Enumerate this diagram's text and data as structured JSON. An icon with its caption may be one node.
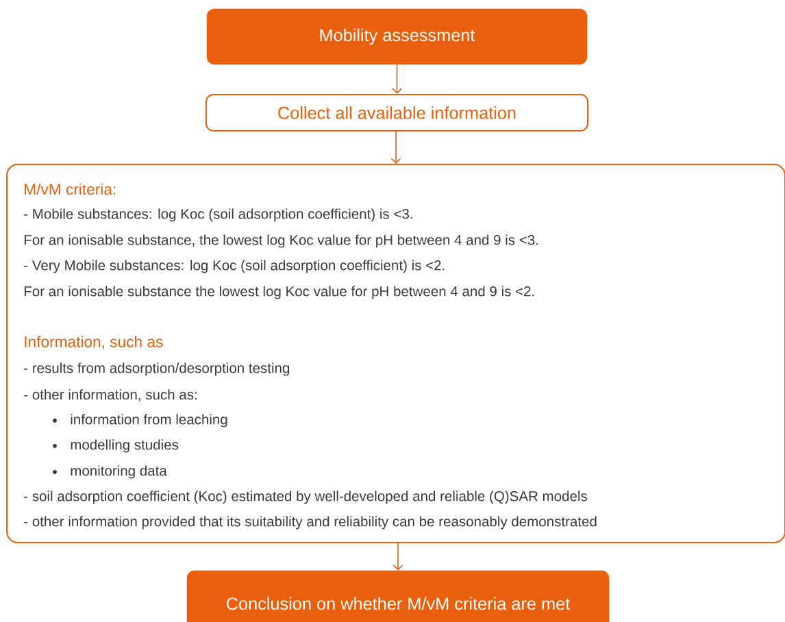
{
  "diagram": {
    "nodes": [
      {
        "text": [
          "Mobility assessment"
        ]
      },
      {
        "text": [
          "Collect all available information"
        ]
      },
      {
        "text": [
          "M/vM criteria:",
          "- Mobile substances: log Koc (soil adsorption coefficient) is <3.",
          "For an ionisable substance, the lowest log Koc value for pH between 4 and 9 is <3.",
          "- Very Mobile substances: log Koc (soil adsorption coefficient) is <2.",
          "For an ionisable substance the lowest log Koc value for pH between 4 and 9 is <2.",
          "Information, such as",
          "- results from adsorption/desorption testing",
          "- other information, such as:",
          "information from leaching",
          "modelling studies",
          "monitoring data",
          "- soil adsorption coefficient (Koc) estimated by well-developed and reliable (Q)SAR models",
          "- other information provided that its suitability and reliability can be reasonably demonstrated"
        ]
      },
      {
        "text": [
          "Conclusion on whether M/vM criteria are met"
        ]
      }
    ],
    "edges": [
      {
        "from": 0,
        "to": 1,
        "arrow": "to"
      },
      {
        "from": 1,
        "to": 2,
        "arrow": "to"
      },
      {
        "from": 2,
        "to": 3,
        "arrow": "to"
      }
    ]
  }
}
